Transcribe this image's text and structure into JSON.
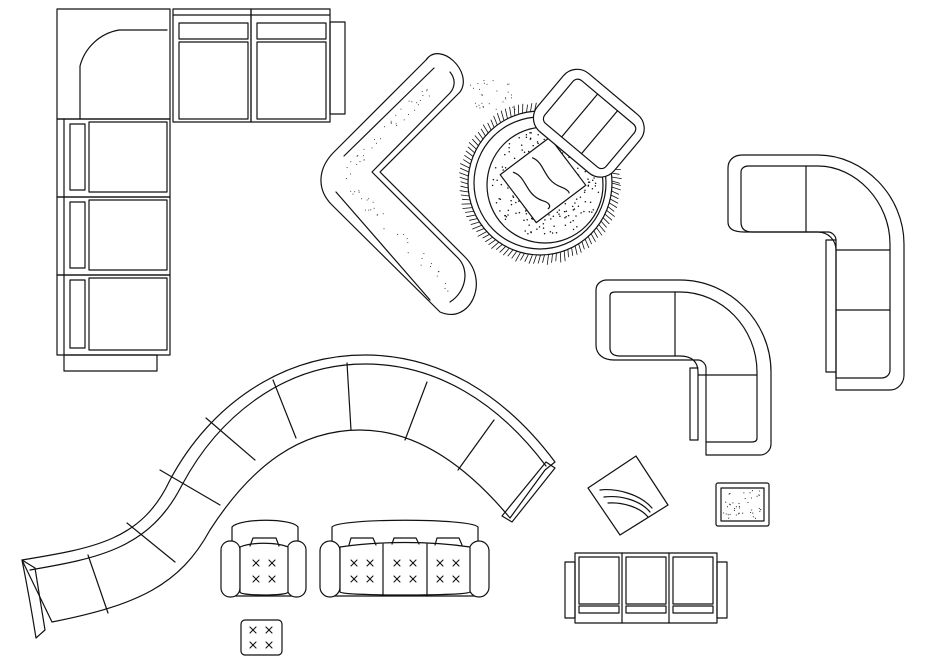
{
  "drawing": {
    "background": "#ffffff",
    "line_color": "#111111",
    "blocks": [
      "l-shaped-sectional-sofa",
      "chaise-lounge",
      "round-coffee-table",
      "round-rug",
      "rug-fringe",
      "corner-sofa",
      "curved-corner-sofa-small",
      "curved-corner-sofa-large",
      "serpentine-sofa",
      "tufted-armchair",
      "tufted-three-seat-sofa",
      "tufted-ottoman",
      "throw-pillow",
      "square-side-table",
      "three-seat-sofa"
    ]
  }
}
